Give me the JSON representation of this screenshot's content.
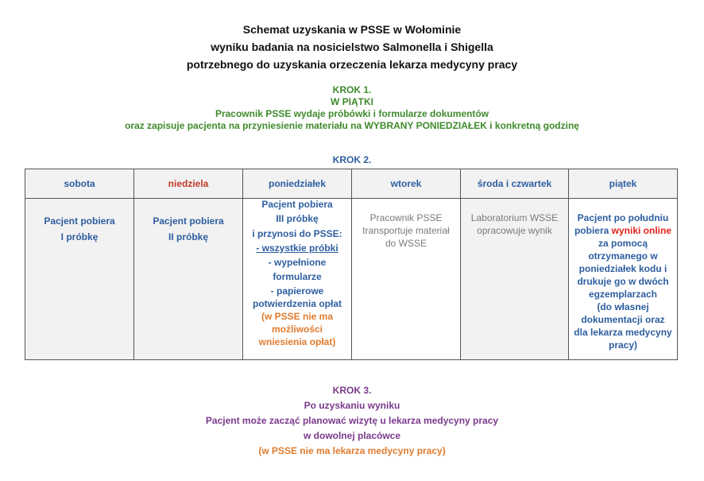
{
  "title": {
    "line1": "Schemat uzyskania w PSSE w Wołominie",
    "line2": "wyniku badania na nosicielstwo Salmonella i Shigella",
    "line3": "potrzebnego do uzyskania orzeczenia lekarza medycyny pracy"
  },
  "step1": {
    "heading": "KROK 1.",
    "day": "W PIĄTKI",
    "line1": "Pracownik PSSE wydaje próbówki i formularze dokumentów",
    "line2": "oraz zapisuje pacjenta na przyniesienie materiału na WYBRANY PONIEDZIAŁEK i konkretną godzinę"
  },
  "step2": {
    "heading": "KROK 2.",
    "columns": {
      "sat": "sobota",
      "sun": "niedziela",
      "mon": "poniedziałek",
      "tue": "wtorek",
      "wedthu": "środa i czwartek",
      "fri": "piątek"
    },
    "cells": {
      "sat_l1": "Pacjent pobiera",
      "sat_l2": "I próbkę",
      "sun_l1": "Pacjent pobiera",
      "sun_l2": "II próbkę",
      "mon_l1": "Pacjent pobiera",
      "mon_l2": "III próbkę",
      "mon_l3": "i przynosi do PSSE:",
      "mon_l4": "- wszystkie próbki",
      "mon_l5": "- wypełnione",
      "mon_l6": "formularze",
      "mon_l7": "- papierowe",
      "mon_l8": "potwierdzenia opłat",
      "mon_l9": "(w PSSE nie ma",
      "mon_l10": "możliwości",
      "mon_l11": "wniesienia opłat)",
      "tue_l1": "Pracownik PSSE",
      "tue_l2": "transportuje materiał",
      "tue_l3": "do WSSE",
      "wed_l1": "Laboratorium WSSE",
      "wed_l2": "opracowuje wynik",
      "fri_l1": "Pacjent po południu",
      "fri_l2a": "pobiera ",
      "fri_l2b": "wyniki online",
      "fri_l3": "za pomocą",
      "fri_l4": "otrzymanego w",
      "fri_l5": "poniedziałek kodu i",
      "fri_l6": "drukuje go w dwóch",
      "fri_l7": "egzemplarzach",
      "fri_l8": "(do własnej",
      "fri_l9": "dokumentacji oraz",
      "fri_l10": "dla lekarza medycyny",
      "fri_l11": "pracy)"
    }
  },
  "step3": {
    "heading": "KROK 3.",
    "line1": "Po uzyskaniu wyniku",
    "line2": "Pacjent może zacząć planować wizytę u lekarza medycyny pracy",
    "line3": "w dowolnej placówce",
    "line4": "(w PSSE nie ma lekarza medycyny pracy)"
  },
  "colors": {
    "step1": "#3f8a2c",
    "step2": "#2e5ea0",
    "step3": "#7a3a8c",
    "highlight_orange": "#e07b2e",
    "highlight_red": "#e0231c"
  }
}
